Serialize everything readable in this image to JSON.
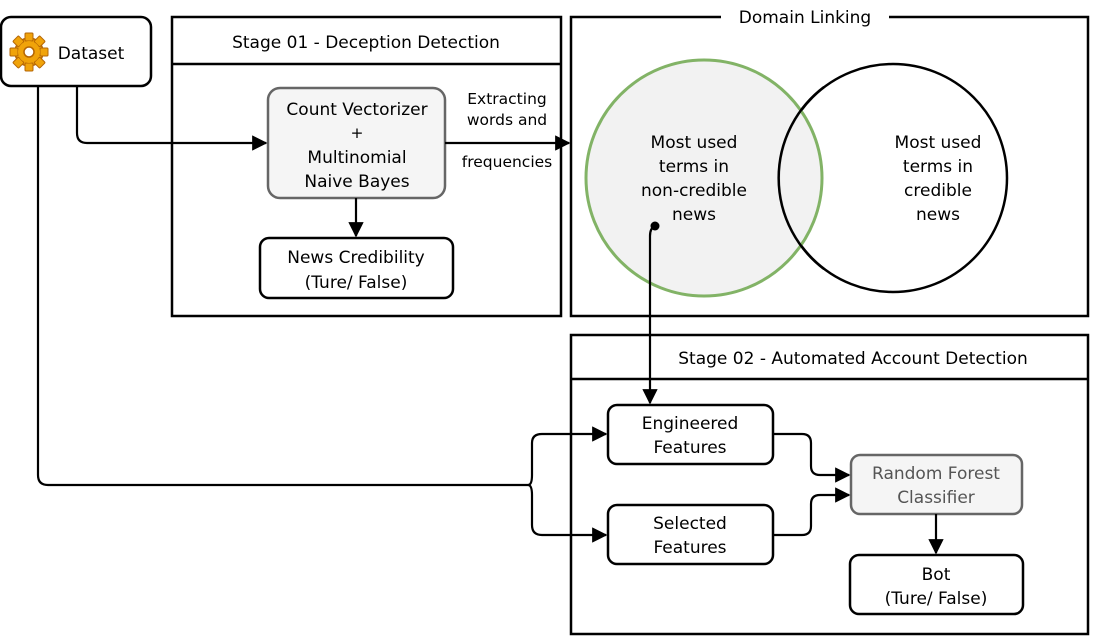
{
  "dataset": {
    "label": "Dataset",
    "icon": "gear-icon"
  },
  "stage01": {
    "title": "Stage 01 - Deception Detection",
    "vectorizer": [
      "Count Vectorizer",
      "+",
      "Multinomial",
      "Naive Bayes"
    ],
    "credibility": [
      "News Credibility",
      "(Ture/ False)"
    ]
  },
  "extract_label": [
    "Extracting",
    "words and",
    "frequencies"
  ],
  "domain_linking": {
    "title": "Domain Linking",
    "left_circle": [
      "Most used",
      "terms in",
      "non-credible",
      "news"
    ],
    "right_circle": [
      "Most used",
      "terms in",
      "credible",
      "news"
    ]
  },
  "stage02": {
    "title": "Stage 02 - Automated Account Detection",
    "engineered": [
      "Engineered",
      "Features"
    ],
    "selected": [
      "Selected",
      "Features"
    ],
    "classifier": [
      "Random Forest",
      "Classifier"
    ],
    "bot": [
      "Bot",
      "(Ture/ False)"
    ]
  },
  "colors": {
    "green_circle": "#82b366",
    "grey_fill": "#f5f5f5",
    "grey_stroke": "#666666",
    "gear": "#f0a30a"
  }
}
